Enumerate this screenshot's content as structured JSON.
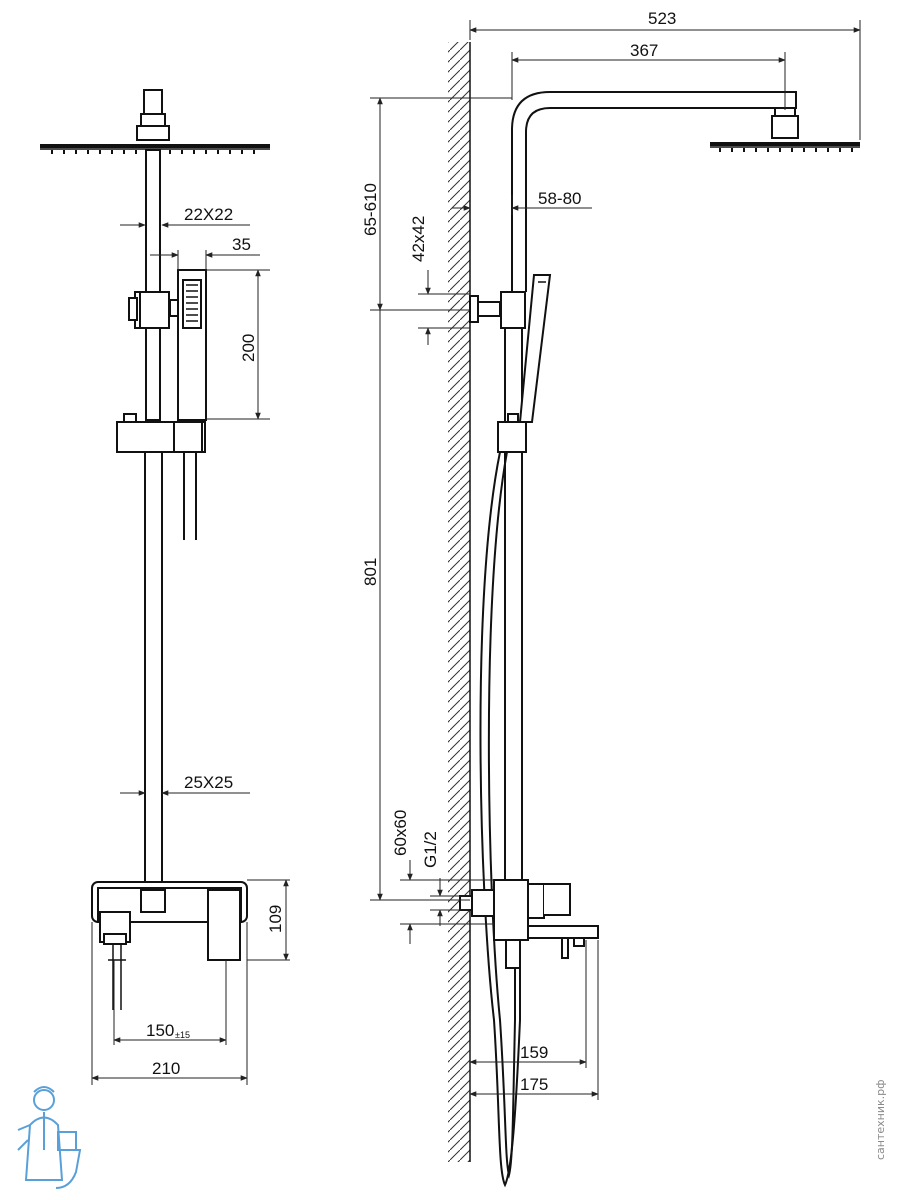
{
  "labels": {
    "front_pipe_upper": "22X22",
    "handshower_width": "35",
    "handshower_height": "200",
    "front_pipe_lower": "25X25",
    "mixer_height": "109",
    "mixer_centers": "150",
    "mixer_centers_tol": "±15",
    "mixer_width": "210",
    "overall_width": "523",
    "arm_length": "367",
    "top_adjust": "65-610",
    "bracket_size": "42x42",
    "wall_offset": "58-80",
    "bar_length": "801",
    "mixer_block": "60x60",
    "thread": "G1/2",
    "spout_159": "159",
    "spout_175": "175"
  },
  "watermark": "сантехник.рф",
  "colors": {
    "line": "#111111",
    "dim": "#222222",
    "mascot": "#5aa0d8"
  }
}
